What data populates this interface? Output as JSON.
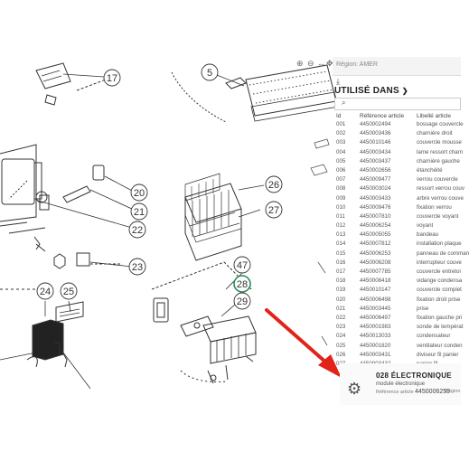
{
  "diagram": {
    "callouts": [
      "5",
      "17",
      "20",
      "21",
      "22",
      "23",
      "24",
      "25",
      "26",
      "27",
      "28",
      "29",
      "47"
    ]
  },
  "panel": {
    "region_label": "Région: AMER",
    "used_in_title": "UTILISÉ DANS",
    "columns": [
      "Id",
      "Référence article",
      "Libellé article"
    ],
    "rows": [
      {
        "id": "001",
        "ref": "4450002494",
        "label": "bossage couvercle"
      },
      {
        "id": "002",
        "ref": "4450003436",
        "label": "charnière droit"
      },
      {
        "id": "003",
        "ref": "4450010146",
        "label": "couvercle mousse"
      },
      {
        "id": "004",
        "ref": "4450003434",
        "label": "lame ressort charn"
      },
      {
        "id": "005",
        "ref": "4450003437",
        "label": "charnière gauche"
      },
      {
        "id": "006",
        "ref": "4450002656",
        "label": "étanchéité"
      },
      {
        "id": "007",
        "ref": "4450009477",
        "label": "verrou couvercle"
      },
      {
        "id": "008",
        "ref": "4450003024",
        "label": "ressort verrou couv"
      },
      {
        "id": "009",
        "ref": "4450003433",
        "label": "arbre verrou couve"
      },
      {
        "id": "010",
        "ref": "4450009476",
        "label": "fixation verrou"
      },
      {
        "id": "011",
        "ref": "4450007810",
        "label": "couvercle voyant"
      },
      {
        "id": "012",
        "ref": "4450006254",
        "label": "voyant"
      },
      {
        "id": "013",
        "ref": "4450005055",
        "label": "bandeau"
      },
      {
        "id": "014",
        "ref": "4450007812",
        "label": "installation plaque"
      },
      {
        "id": "015",
        "ref": "4450006253",
        "label": "panneau de comman"
      },
      {
        "id": "016",
        "ref": "4450006208",
        "label": "interrupteur couve"
      },
      {
        "id": "017",
        "ref": "4450007785",
        "label": "couvercle entretoi"
      },
      {
        "id": "018",
        "ref": "4450008418",
        "label": "vidange condensa"
      },
      {
        "id": "019",
        "ref": "4450010147",
        "label": "couvercle complet"
      },
      {
        "id": "020",
        "ref": "4450006498",
        "label": "fixation droit prise"
      },
      {
        "id": "021",
        "ref": "4450003445",
        "label": "prise"
      },
      {
        "id": "022",
        "ref": "4450006497",
        "label": "fixation gauche pri"
      },
      {
        "id": "023",
        "ref": "4450001983",
        "label": "sonde de températ"
      },
      {
        "id": "024",
        "ref": "4450013033",
        "label": "condensateur"
      },
      {
        "id": "025",
        "ref": "4450001820",
        "label": "ventilateur conden"
      },
      {
        "id": "026",
        "ref": "4450003431",
        "label": "diviseur fil panier"
      },
      {
        "id": "027",
        "ref": "4450003432",
        "label": "panier fil"
      }
    ],
    "detail": {
      "title": "028  ÉLECTRONIQUE",
      "subtitle": "module électronique",
      "ref_label": "Référence article",
      "ref_value": "4450006255",
      "region_label": "Région"
    }
  },
  "colors": {
    "arrow": "#e2231a",
    "highlight_circle": "#2e8b57",
    "line": "#333333"
  }
}
